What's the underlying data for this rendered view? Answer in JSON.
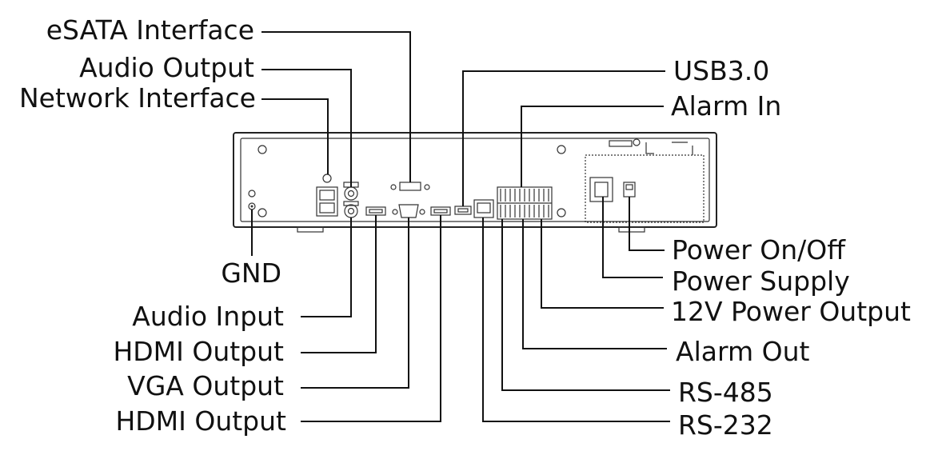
{
  "diagram": {
    "left_labels": {
      "esata": "eSATA Interface",
      "audio_output": "Audio Output",
      "network": "Network Interface",
      "gnd": "GND",
      "audio_input": "Audio Input",
      "hdmi_output_1": "HDMI Output",
      "vga_output": "VGA Output",
      "hdmi_output_2": "HDMI Output"
    },
    "right_labels": {
      "usb": "USB3.0",
      "alarm_in": "Alarm In",
      "power_switch": "Power On/Off",
      "power_supply": "Power Supply",
      "power_12v": "12V Power Output",
      "alarm_out": "Alarm Out",
      "rs485": "RS-485",
      "rs232": "RS-232"
    }
  }
}
